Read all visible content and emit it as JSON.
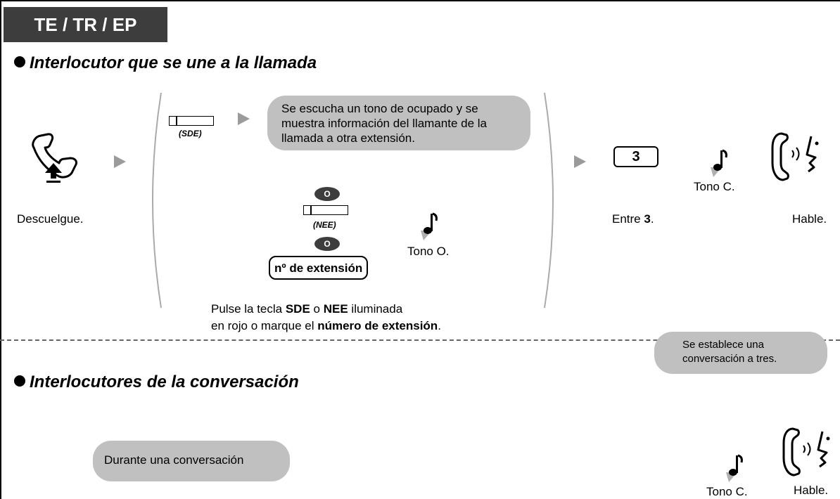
{
  "header": {
    "tab_label": "TE / TR / EP"
  },
  "section1": {
    "title": "Interlocutor que se une a la llamada",
    "offhook_label": "Descuelgue.",
    "sde_label": "(SDE)",
    "bubble_text": "Se escucha un tono de ocupado y se muestra información del llamante de la llamada a otra extensión.",
    "o_label": "O",
    "nee_label": "(NEE)",
    "extension_box_label": "nº de extensión",
    "tone_o_label": "Tono O.",
    "instruction": {
      "part1": "Pulse la tecla ",
      "sde": "SDE",
      "part2": " o ",
      "nee": "NEE",
      "part3": " iluminada",
      "part4": "en rojo o marque el ",
      "ext": "número de extensión",
      "part5": "."
    },
    "key_label": "3",
    "enter_prefix": "Entre ",
    "enter_value": "3",
    "enter_suffix": ".",
    "tone_c_label": "Tono C.",
    "talk_label": "Hable."
  },
  "three_way_note": "Se establece una conversación a tres.",
  "section2": {
    "title": "Interlocutores de la conversación",
    "during_call": "Durante una conversación",
    "tone_c_label": "Tono C.",
    "talk_label": "Hable."
  },
  "colors": {
    "tab": "#3d3d3d",
    "bubble": "#c0c0c0",
    "arrow": "#9b9b9b"
  }
}
